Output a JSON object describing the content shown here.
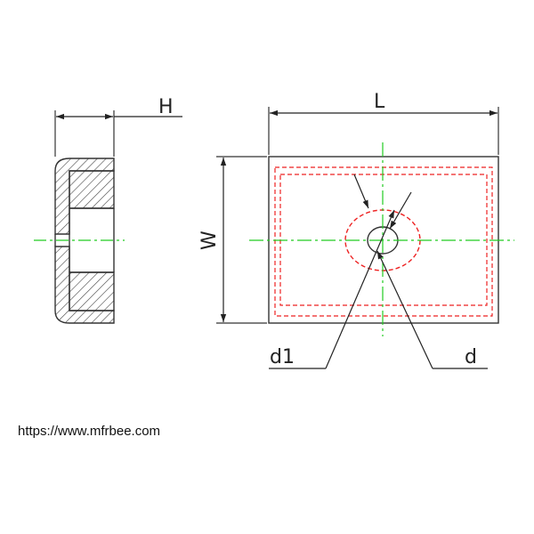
{
  "labels": {
    "height": "H",
    "length": "L",
    "width": "W",
    "outer_diameter": "d1",
    "inner_diameter": "d"
  },
  "source_url": "https://www.mfrbee.com",
  "colors": {
    "outline": "#333333",
    "centerline": "#22cc22",
    "hidden_line": "#ee2222",
    "dimension": "#222222"
  }
}
